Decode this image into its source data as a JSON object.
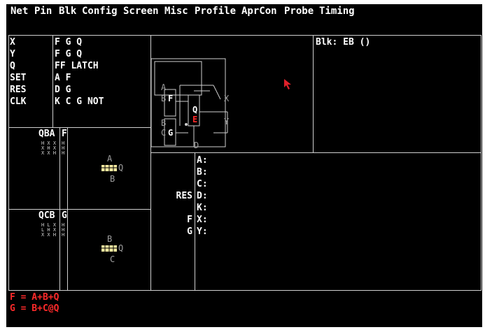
{
  "menu": [
    "Net",
    "Pin",
    "Blk",
    "Config",
    "Screen",
    "Misc",
    "Profile",
    "AprCon",
    "Probe",
    "Timing"
  ],
  "signals": [
    {
      "name": "X",
      "src": "F G Q"
    },
    {
      "name": "Y",
      "src": "F G Q"
    },
    {
      "name": "Q",
      "src": "FF LATCH"
    },
    {
      "name": "SET",
      "src": "A F"
    },
    {
      "name": "RES",
      "src": "D G"
    },
    {
      "name": "CLK",
      "src": "K C G NOT"
    }
  ],
  "block_label": "Blk: EB ()",
  "panel_f": {
    "header": "QBA",
    "func": "F",
    "truth": [
      "H X X",
      "X H X",
      "X X H"
    ],
    "func_col": [
      "H",
      "H",
      "H"
    ],
    "top": "A",
    "q": "Q",
    "bottom": "B"
  },
  "panel_g": {
    "header": "QCB",
    "func": "G",
    "truth": [
      "H L X",
      "L H X",
      "X X H"
    ],
    "func_col": [
      "H",
      "H",
      "H"
    ],
    "top": "B",
    "q": "Q",
    "bottom": "C"
  },
  "schematic": {
    "a": "A",
    "b": "B",
    "b2": "B",
    "c": "C",
    "f": "F",
    "g": "G",
    "q": "Q",
    "e": "E",
    "d": "D",
    "x": "X",
    "y": "Y"
  },
  "pins": [
    {
      "left": "",
      "pin": "A:"
    },
    {
      "left": "",
      "pin": "B:"
    },
    {
      "left": "",
      "pin": "C:"
    },
    {
      "left": "RES",
      "pin": "D:"
    },
    {
      "left": "",
      "pin": "K:"
    },
    {
      "left": "F",
      "pin": "X:"
    },
    {
      "left": "G",
      "pin": "Y:"
    }
  ],
  "equations": [
    "F = A+B+Q",
    "G = B+C@Q"
  ],
  "colors": {
    "background": "#000000",
    "text": "#ffffff",
    "lines": "#cfcfcf",
    "equation": "#ff2a2a",
    "cursor": "#e0202a"
  }
}
